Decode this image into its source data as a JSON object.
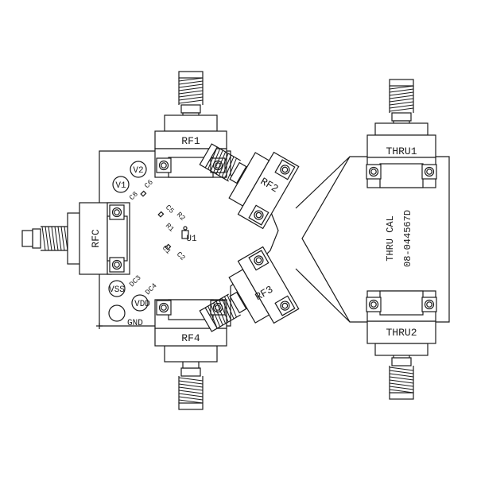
{
  "board_main": {
    "ports": {
      "rf1": "RF1",
      "rf2": "RF2",
      "rf3": "RF3",
      "rf4": "RF4",
      "rfc": "RFC"
    },
    "pads": {
      "v1": "V1",
      "v2": "V2",
      "vss": "VSS",
      "vdd": "VDD",
      "gnd": "GND"
    },
    "components": {
      "c8": "C8",
      "c6": "C6",
      "c5": "C5",
      "r2": "R2",
      "r1": "R1",
      "c1": "C1",
      "c2": "C2",
      "u1": "U1",
      "dc3": "DC3",
      "dc4": "DC4"
    }
  },
  "board_thru": {
    "port_top": "THRU1",
    "port_bottom": "THRU2",
    "title": "THRU CAL",
    "part_number": "08-044567D"
  },
  "colors": {
    "line": "#1a1a1a",
    "background": "#ffffff"
  }
}
